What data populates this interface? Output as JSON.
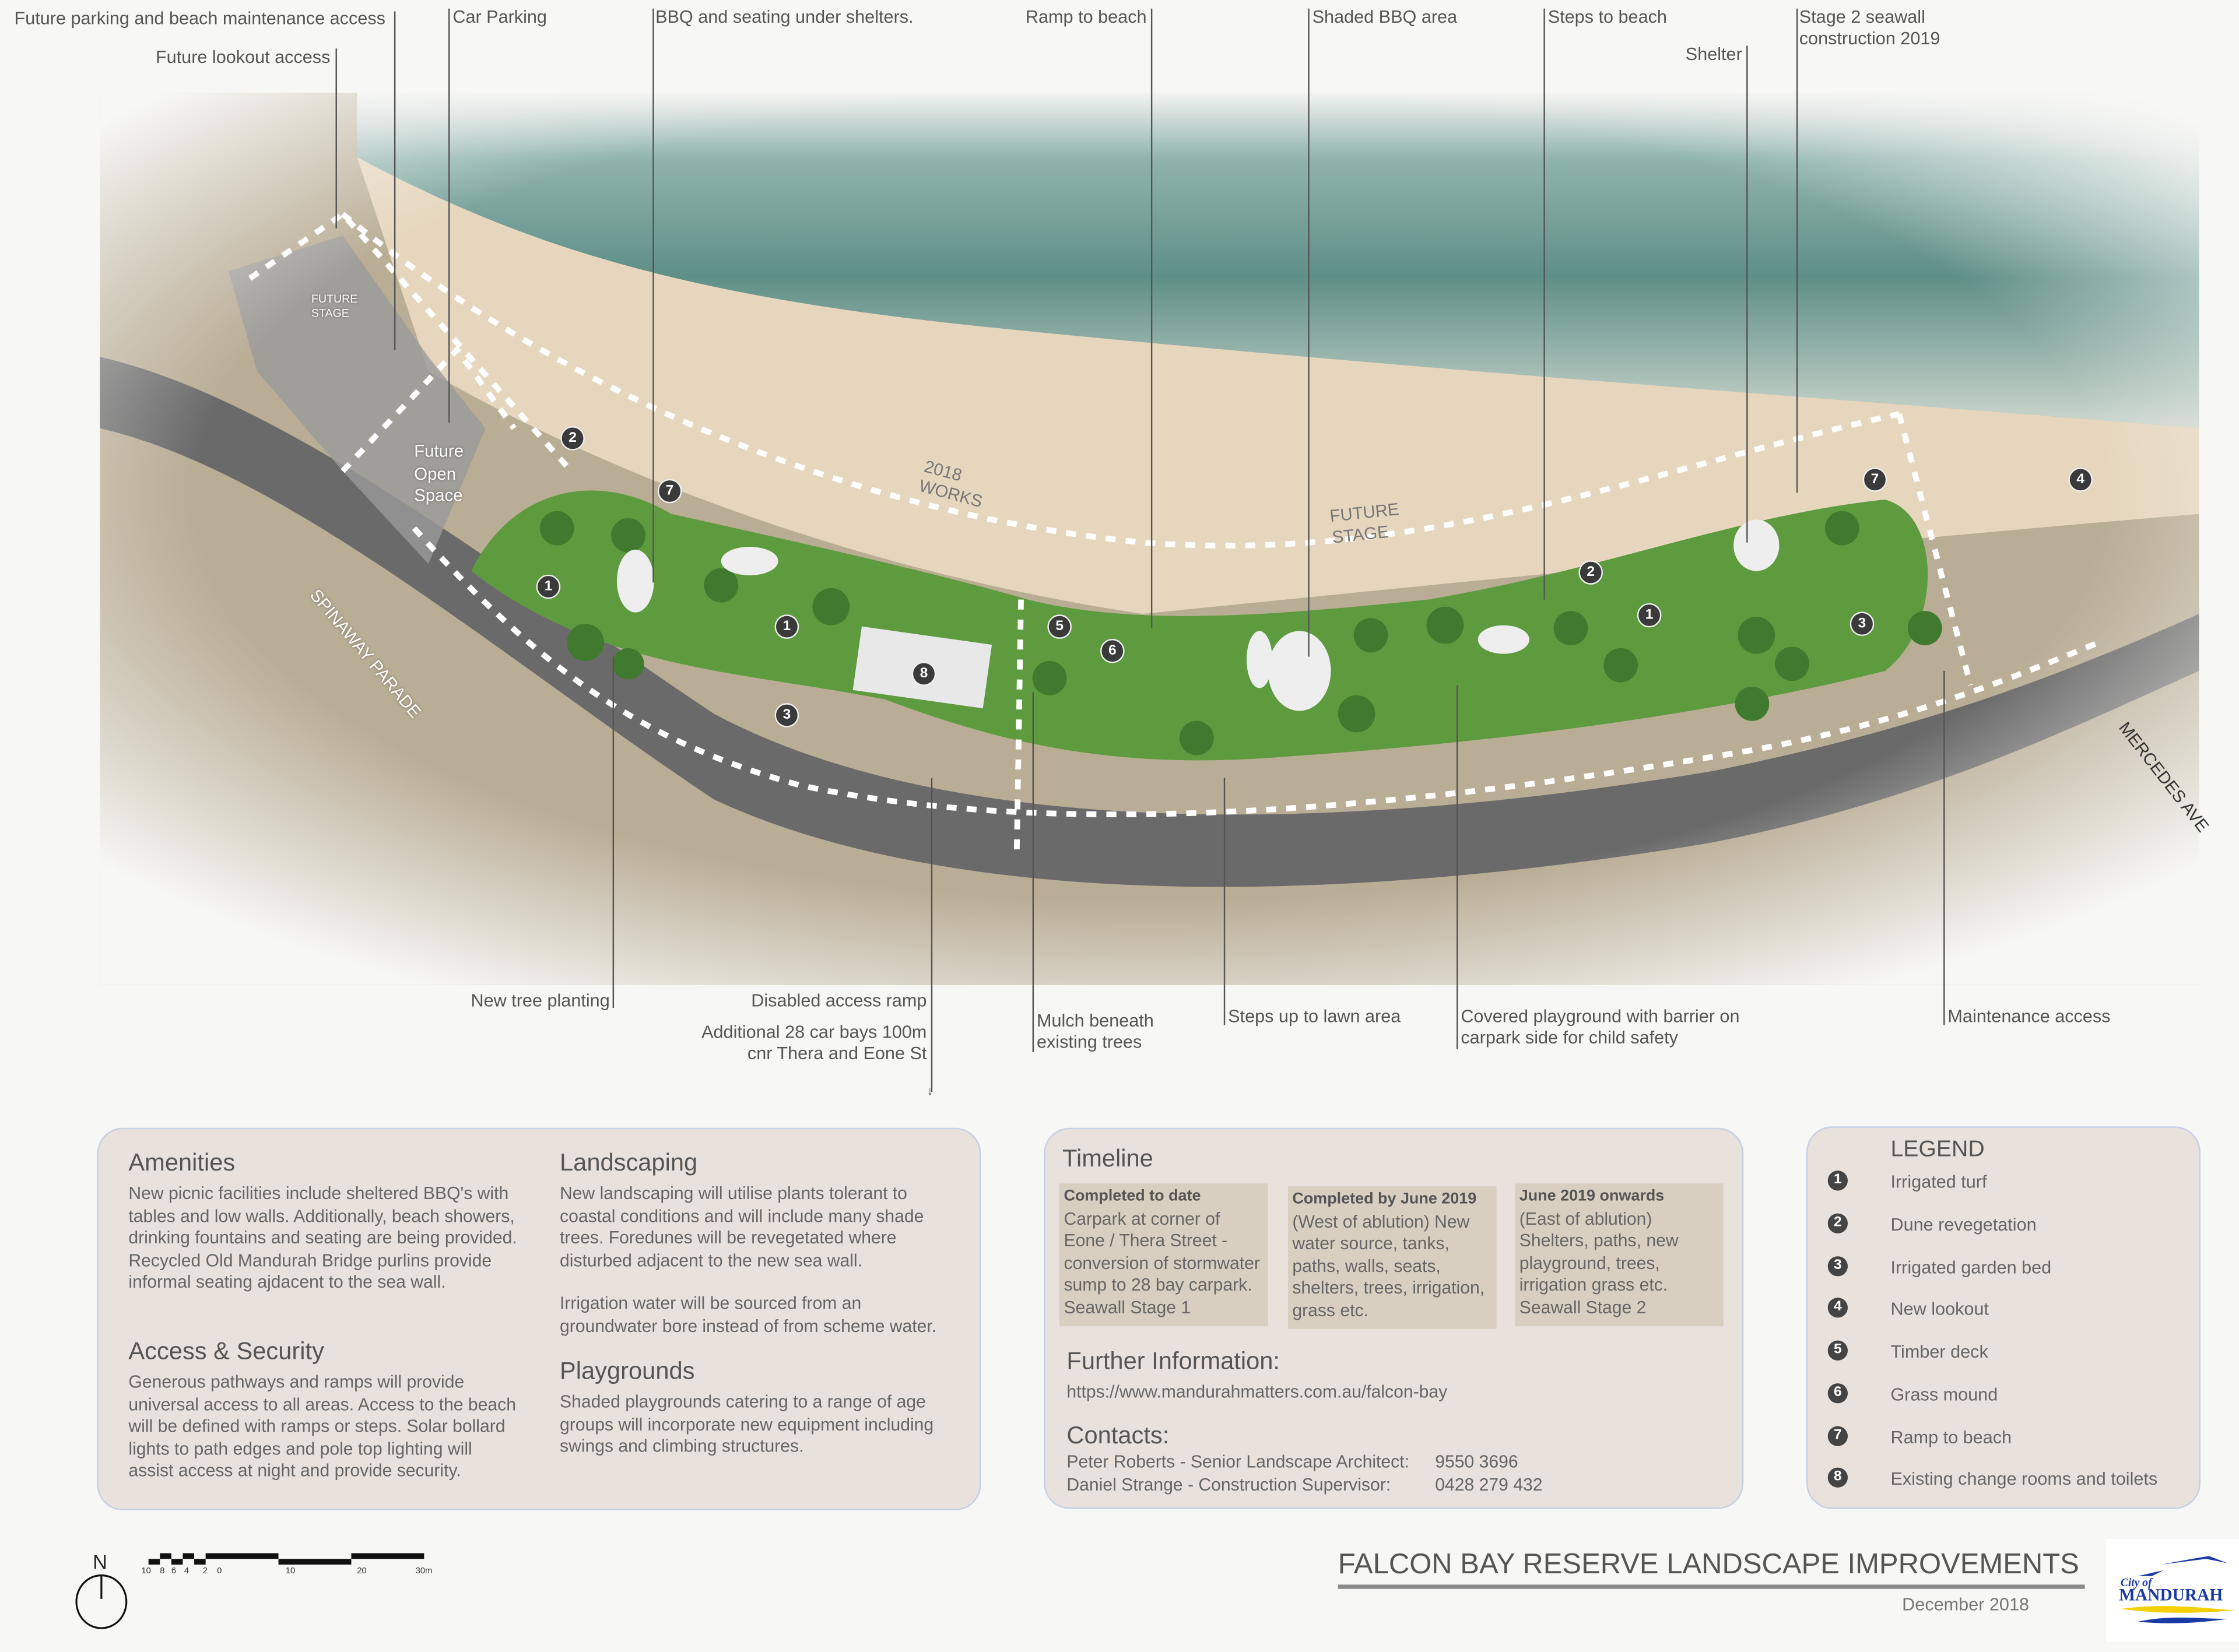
{
  "callouts_top": [
    {
      "id": "future-parking",
      "text": "Future parking and beach maintenance access"
    },
    {
      "id": "future-lookout",
      "text": "Future lookout access"
    },
    {
      "id": "car-parking",
      "text": "Car Parking"
    },
    {
      "id": "bbq-seating",
      "text": "BBQ and seating under shelters."
    },
    {
      "id": "ramp-beach",
      "text": "Ramp to beach"
    },
    {
      "id": "shaded-bbq",
      "text": "Shaded BBQ area"
    },
    {
      "id": "steps-beach",
      "text": "Steps to beach"
    },
    {
      "id": "shelter",
      "text": "Shelter"
    },
    {
      "id": "stage2-seawall",
      "text": "Stage 2 seawall",
      "text2": "construction 2019"
    }
  ],
  "callouts_bottom": [
    {
      "id": "new-tree",
      "text": "New tree planting"
    },
    {
      "id": "disabled-ramp",
      "text": "Disabled access ramp"
    },
    {
      "id": "car-bays",
      "text": "Additional 28 car bays 100m",
      "text2": "cnr Thera and Eone St"
    },
    {
      "id": "mulch",
      "text": "Mulch beneath",
      "text2": "existing trees"
    },
    {
      "id": "steps-lawn",
      "text": "Steps up to lawn area"
    },
    {
      "id": "playground",
      "text": "Covered playground with barrier on",
      "text2": "carpark side for child safety"
    },
    {
      "id": "maintenance",
      "text": "Maintenance access"
    }
  ],
  "map_labels": {
    "future_stage_small": [
      "FUTURE",
      "STAGE"
    ],
    "future_open_space": [
      "Future",
      "Open",
      "Space"
    ],
    "works_2018": [
      "2018",
      "WORKS"
    ],
    "future_stage": [
      "FUTURE",
      "STAGE"
    ],
    "spinaway": "SPINAWAY PARADE",
    "mercedes": "MERCEDES AVE"
  },
  "markers": [
    "2",
    "7",
    "1",
    "1",
    "3",
    "8",
    "5",
    "6",
    "2",
    "1",
    "3",
    "7",
    "4"
  ],
  "amenities": {
    "title": "Amenities",
    "body": "New picnic facilities include sheltered BBQ's with tables and low walls.  Additionally, beach showers, drinking fountains and seating are being provided.  Recycled Old Mandurah Bridge purlins provide informal seating ajdacent to the sea wall."
  },
  "access": {
    "title": "Access & Security",
    "body": "Generous pathways and ramps will provide universal access to all areas. Access to the beach will be defined with ramps or steps.  Solar bollard lights to path edges and pole top lighting will assist access at night and provide security."
  },
  "landscaping": {
    "title": "Landscaping",
    "body": "New landscaping will utilise plants tolerant to coastal conditions and will include many shade trees. Foredunes will be revegetated where disturbed adjacent to the new sea wall.",
    "body2": "Irrigation water will be sourced from an groundwater bore instead of from scheme water."
  },
  "playgrounds": {
    "title": "Playgrounds",
    "body": "Shaded playgrounds catering to a range of age groups will incorporate new equipment including swings and climbing structures."
  },
  "timeline": {
    "title": "Timeline",
    "columns": [
      {
        "heading": "Completed to date",
        "body": "Carpark at corner of Eone / Thera Street - conversion of stormwater sump to 28 bay carpark. Seawall Stage 1"
      },
      {
        "heading": "Completed by June 2019",
        "body": "(West of ablution) New water source, tanks, paths, walls, seats, shelters, trees, irrigation, grass etc."
      },
      {
        "heading": "June 2019 onwards",
        "body": "(East of ablution) Shelters, paths, new playground, trees, irrigation grass etc. Seawall Stage 2"
      }
    ],
    "further_title": "Further Information:",
    "url": "https://www.mandurahmatters.com.au/falcon-bay",
    "contacts_title": "Contacts:",
    "contacts": [
      {
        "name": "Peter Roberts - Senior Landscape Architect:",
        "phone": "9550 3696"
      },
      {
        "name": "Daniel Strange - Construction Supervisor:",
        "phone": "0428 279 432"
      }
    ]
  },
  "legend": {
    "title": "LEGEND",
    "items": [
      {
        "n": "1",
        "label": "Irrigated turf"
      },
      {
        "n": "2",
        "label": "Dune revegetation"
      },
      {
        "n": "3",
        "label": "Irrigated garden bed"
      },
      {
        "n": "4",
        "label": "New lookout"
      },
      {
        "n": "5",
        "label": "Timber deck"
      },
      {
        "n": "6",
        "label": "Grass mound"
      },
      {
        "n": "7",
        "label": "Ramp to beach"
      },
      {
        "n": "8",
        "label": "Existing change rooms and toilets"
      }
    ]
  },
  "north": "N",
  "scale_ticks": [
    "10",
    "8",
    "6",
    "4",
    "2",
    "0",
    "10",
    "20",
    "30m"
  ],
  "title": "FALCON BAY RESERVE LANDSCAPE IMPROVEMENTS",
  "date": "December 2018",
  "logo": {
    "line1": "City of",
    "line2": "MANDURAH"
  },
  "colors": {
    "panel": "#e8e1dc",
    "timeline_box": "#d8cfc0",
    "grass": "#5e9a3e",
    "sand": "#e6d6bd",
    "sea": "#6f9f98",
    "road": "#6a6a6a",
    "logo_blue": "#1a3aa8",
    "logo_yellow": "#f5d000"
  }
}
